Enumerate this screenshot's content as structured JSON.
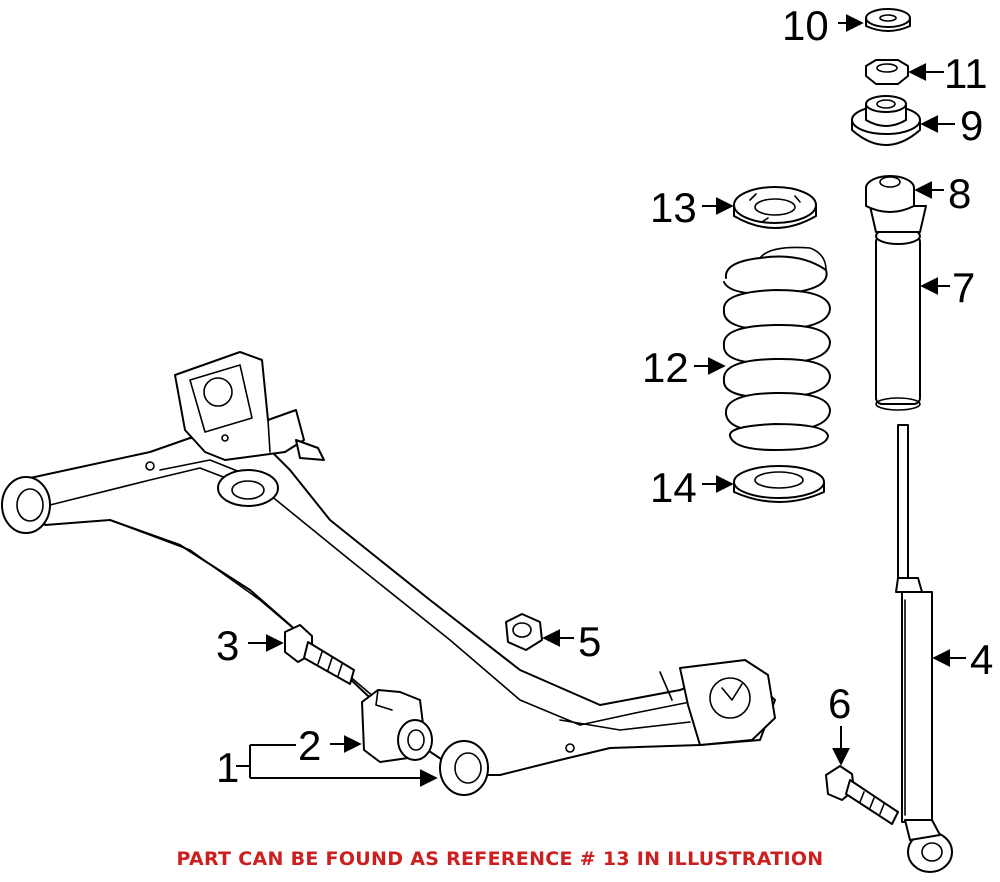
{
  "callouts": {
    "c1": "1",
    "c2": "2",
    "c3": "3",
    "c4": "4",
    "c5": "5",
    "c6": "6",
    "c7": "7",
    "c8": "8",
    "c9": "9",
    "c10": "10",
    "c11": "11",
    "c12": "12",
    "c13": "13",
    "c14": "14"
  },
  "footer_note": "PART CAN BE FOUND AS REFERENCE # 13 IN ILLUSTRATION",
  "colors": {
    "ink": "#000000",
    "note": "#cc1f1f",
    "background": "#ffffff"
  }
}
